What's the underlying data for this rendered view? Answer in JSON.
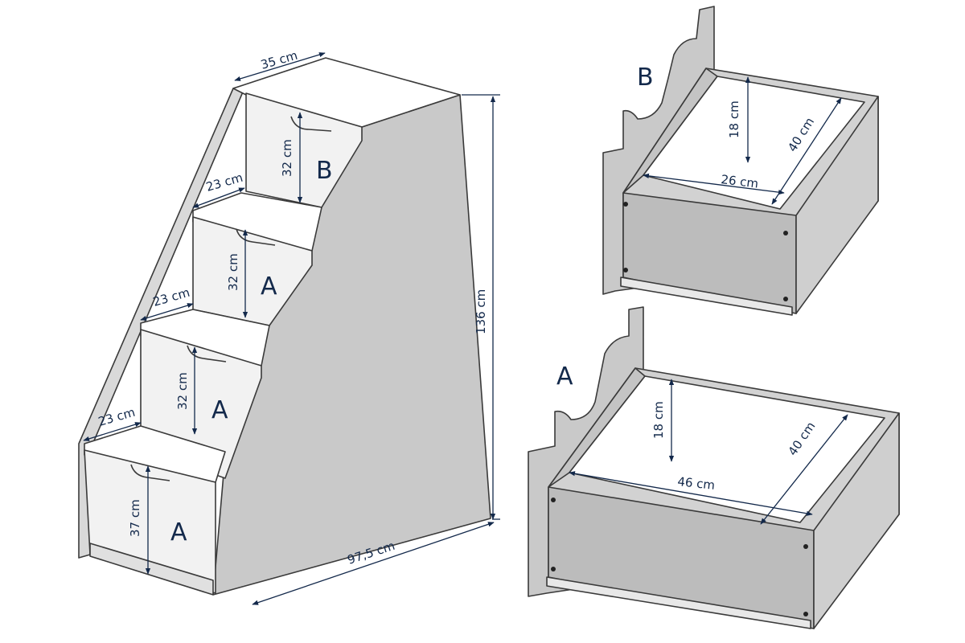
{
  "staircase": {
    "depth": "35 cm",
    "steps": [
      "23 cm",
      "23 cm",
      "23 cm"
    ],
    "drawer_heights": [
      "32 cm",
      "32 cm",
      "32 cm",
      "37 cm"
    ],
    "drawer_types": [
      "B",
      "A",
      "A",
      "A"
    ],
    "total_height": "136 cm",
    "total_length": "97,5 cm"
  },
  "drawer_b": {
    "label": "B",
    "height": "18 cm",
    "depth": "40 cm",
    "width": "26 cm"
  },
  "drawer_a": {
    "label": "A",
    "height": "18 cm",
    "depth": "40 cm",
    "width": "46 cm"
  },
  "colors": {
    "dimension": "#13294b",
    "panel": "#c9c9c9",
    "panel_light": "#e6e6e6",
    "panel_white": "#ffffff",
    "edge": "#3a3a3a"
  }
}
